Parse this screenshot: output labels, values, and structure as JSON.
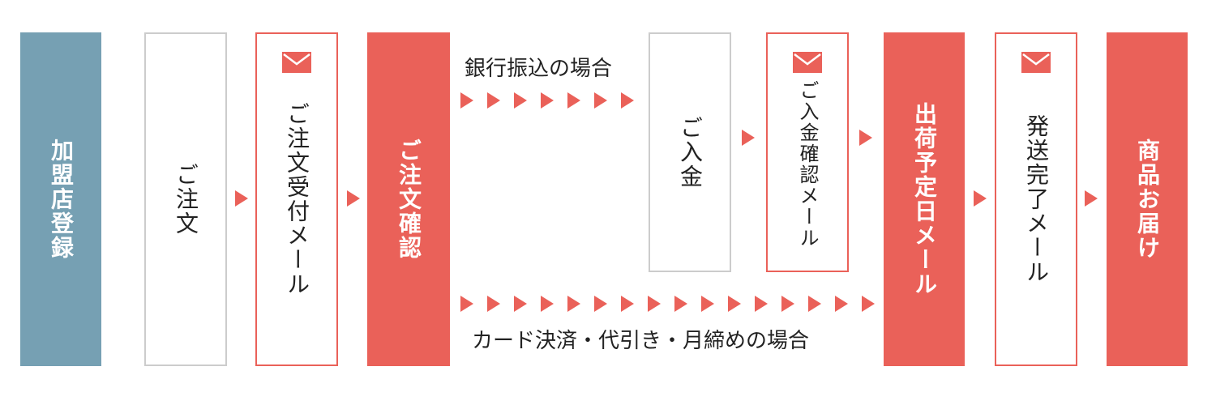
{
  "steps": {
    "registration": "加盟店登録",
    "order": "ご注文",
    "order_received_mail": "ご注文受付メール",
    "order_confirmation": "ご注文確認",
    "payment": "ご入金",
    "payment_confirmation_mail": "ご入金確認メール",
    "shipping_schedule_mail": "出荷予定日メール",
    "shipment_complete_mail": "発送完了メール",
    "delivery": "商品お届け"
  },
  "routes": {
    "bank_transfer": "銀行振込の場合",
    "card_cod_monthly": "カード決済・代引き・月締めの場合"
  },
  "icons": {
    "mail": "mail-icon",
    "arrow": "triangle-right-icon"
  },
  "colors": {
    "teal": "#76a0b3",
    "red": "#ea6159",
    "gray_border": "#cccccc",
    "text": "#222222"
  }
}
